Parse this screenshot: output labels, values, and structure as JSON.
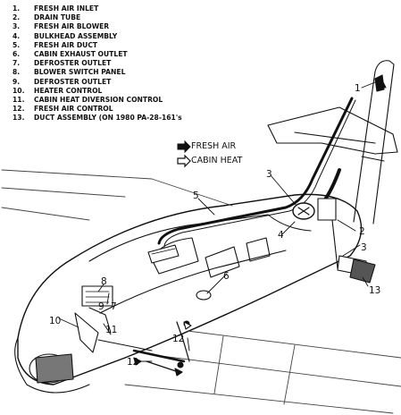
{
  "legend": [
    {
      "num": "1.",
      "label": "FRESH AIR INLET"
    },
    {
      "num": "2.",
      "label": "DRAIN TUBE"
    },
    {
      "num": "3.",
      "label": "FRESH AIR BLOWER"
    },
    {
      "num": "4.",
      "label": "BULKHEAD ASSEMBLY"
    },
    {
      "num": "5.",
      "label": "FRESH AIR DUCT"
    },
    {
      "num": "6.",
      "label": "CABIN EXHAUST OUTLET"
    },
    {
      "num": "7.",
      "label": "DEFROSTER OUTLET"
    },
    {
      "num": "8.",
      "label": "BLOWER SWITCH PANEL"
    },
    {
      "num": "9.",
      "label": "DEFROSTER OUTLET"
    },
    {
      "num": "10.",
      "label": "HEATER CONTROL"
    },
    {
      "num": "11.",
      "label": "CABIN HEAT DIVERSION CONTROL"
    },
    {
      "num": "12.",
      "label": "FRESH AIR CONTROL"
    },
    {
      "num": "13.",
      "label": "DUCT ASSEMBLY (ON 1980 PA-28-161's"
    }
  ],
  "airflow_key": {
    "fresh_air": "FRESH AIR",
    "cabin_heat": "CABIN HEAT"
  },
  "callouts": {
    "c1": "1",
    "c2": "2",
    "c3a": "3",
    "c3b": "3",
    "c4": "4",
    "c5": "5",
    "c6": "6",
    "c7": "7",
    "c8": "8",
    "c9": "9",
    "c10": "10",
    "c11": "11",
    "c12a": "12",
    "c12b": "12",
    "c13": "13"
  }
}
